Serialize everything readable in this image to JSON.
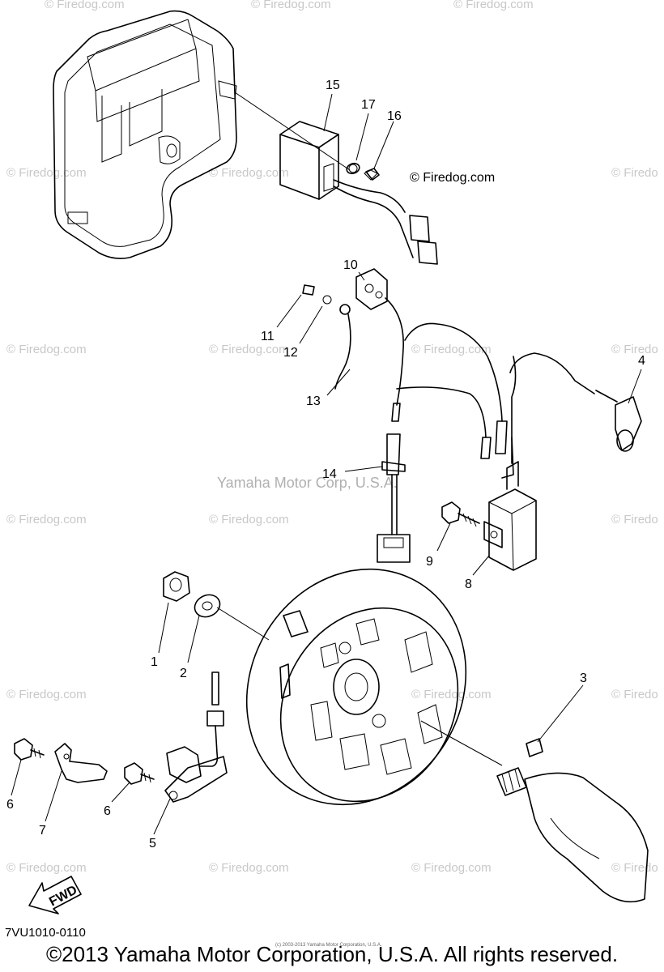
{
  "watermarks": {
    "firedog": "© Firedog.com",
    "firedog_partial": "© Firedo",
    "center": "Yamaha Motor Corp, U.S.A."
  },
  "parts": {
    "p1": "1",
    "p2": "2",
    "p3": "3",
    "p4": "4",
    "p5": "5",
    "p6a": "6",
    "p6b": "6",
    "p7": "7",
    "p8": "8",
    "p9": "9",
    "p10": "10",
    "p11": "11",
    "p12": "12",
    "p13": "13",
    "p14": "14",
    "p15": "15",
    "p16": "16",
    "p17": "17"
  },
  "fwd_label": "FWD",
  "diagram_code": "7VU1010-0110",
  "copyright": "©2013 Yamaha Motor Corporation, U.S.A. All rights reserved.",
  "tiny_credit": "(c) 2003-2013 Yamaha Motor Corporation, U.S.A."
}
